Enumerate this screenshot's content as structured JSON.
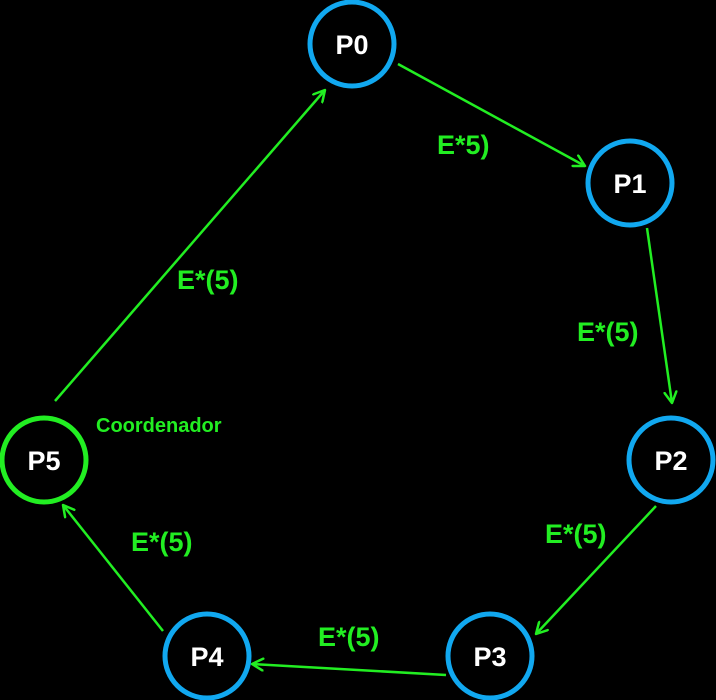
{
  "colors": {
    "background": "#000000",
    "node_fill": "#000000",
    "node_stroke": "#11a8f0",
    "coordinator_stroke": "#22ee22",
    "edge": "#22ee22",
    "text": "#ffffff"
  },
  "nodes": [
    {
      "id": "P0",
      "label": "P0"
    },
    {
      "id": "P1",
      "label": "P1"
    },
    {
      "id": "P2",
      "label": "P2"
    },
    {
      "id": "P3",
      "label": "P3"
    },
    {
      "id": "P4",
      "label": "P4"
    },
    {
      "id": "P5",
      "label": "P5"
    }
  ],
  "coordinator": {
    "node": "P5",
    "label": "Coordenador"
  },
  "edges": [
    {
      "from": "P0",
      "to": "P1",
      "label": "E*5)"
    },
    {
      "from": "P1",
      "to": "P2",
      "label": "E*(5)"
    },
    {
      "from": "P2",
      "to": "P3",
      "label": "E*(5)"
    },
    {
      "from": "P3",
      "to": "P4",
      "label": "E*(5)"
    },
    {
      "from": "P4",
      "to": "P5",
      "label": "E*(5)"
    },
    {
      "from": "P5",
      "to": "P0",
      "label": "E*(5)"
    }
  ]
}
